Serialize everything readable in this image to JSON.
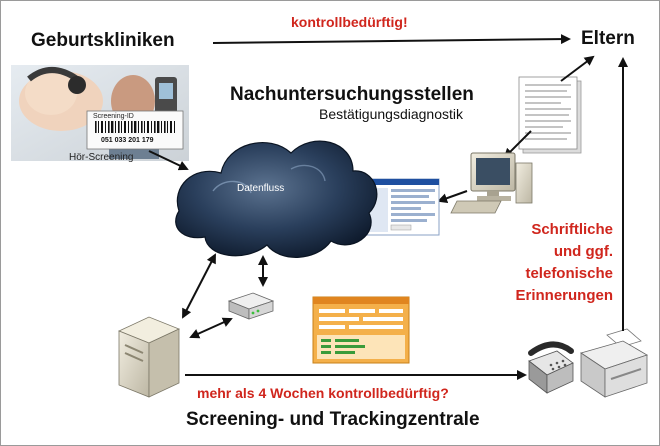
{
  "nodes": {
    "birth_clinics": "Geburtskliniken",
    "parents": "Eltern",
    "follow_up_centers": "Nachuntersuchungsstellen",
    "confirmation_diagnostics": "Bestätigungsdiagnostik",
    "data_flow": "Datenfluss",
    "screening_center": "Screening- und Trackingzentrale"
  },
  "captions": {
    "hearing_screening": "Hör-Screening",
    "screening_id_label": "Screening-ID",
    "screening_id_number": "051 033 201 179"
  },
  "edges": {
    "control_needed": "kontrollbedürftig!",
    "over_4_weeks": "mehr als 4 Wochen kontrollbedürftig?"
  },
  "reminders": {
    "line1": "Schriftliche",
    "line2": "und ggf.",
    "line3": "telefonische",
    "line4": "Erinnerungen"
  },
  "colors": {
    "accent_red": "#d0261d",
    "text_black": "#111111",
    "cloud_dark": "#1b2d44",
    "form_orange": "#f0a030"
  }
}
